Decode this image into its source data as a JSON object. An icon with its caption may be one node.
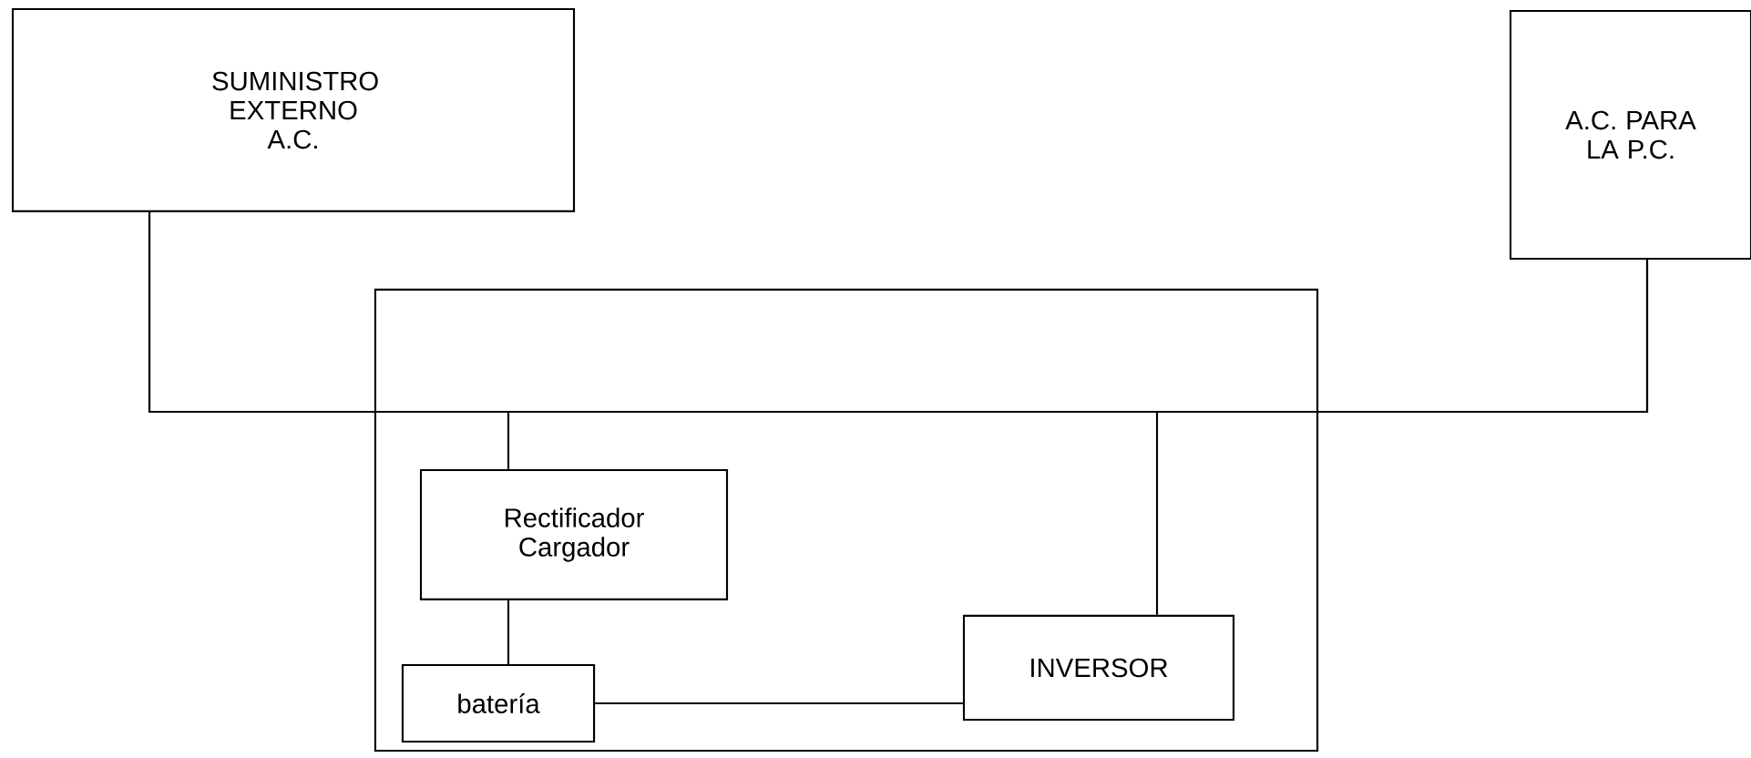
{
  "diagram": {
    "nodes": [
      {
        "text": [
          "SUMINISTRO EXTERNO A.C."
        ]
      },
      {
        "text": [
          "A.C. PARA LA P.C."
        ]
      },
      {
        "text": [],
        "shape": "box"
      },
      {
        "text": [
          "Rectificador Cargador"
        ],
        "in": 2
      },
      {
        "text": [
          "batería"
        ],
        "in": 2
      },
      {
        "text": [
          "INVERSOR"
        ],
        "in": 2
      }
    ],
    "edges": [
      {
        "from": 0,
        "to": 1,
        "arrow": "none"
      },
      {
        "from": 0,
        "to": 3,
        "arrow": "none"
      },
      {
        "from": 5,
        "to": 1,
        "arrow": "none"
      },
      {
        "from": 3,
        "to": 4,
        "arrow": "none"
      },
      {
        "from": 4,
        "to": 5,
        "arrow": "none"
      }
    ]
  }
}
